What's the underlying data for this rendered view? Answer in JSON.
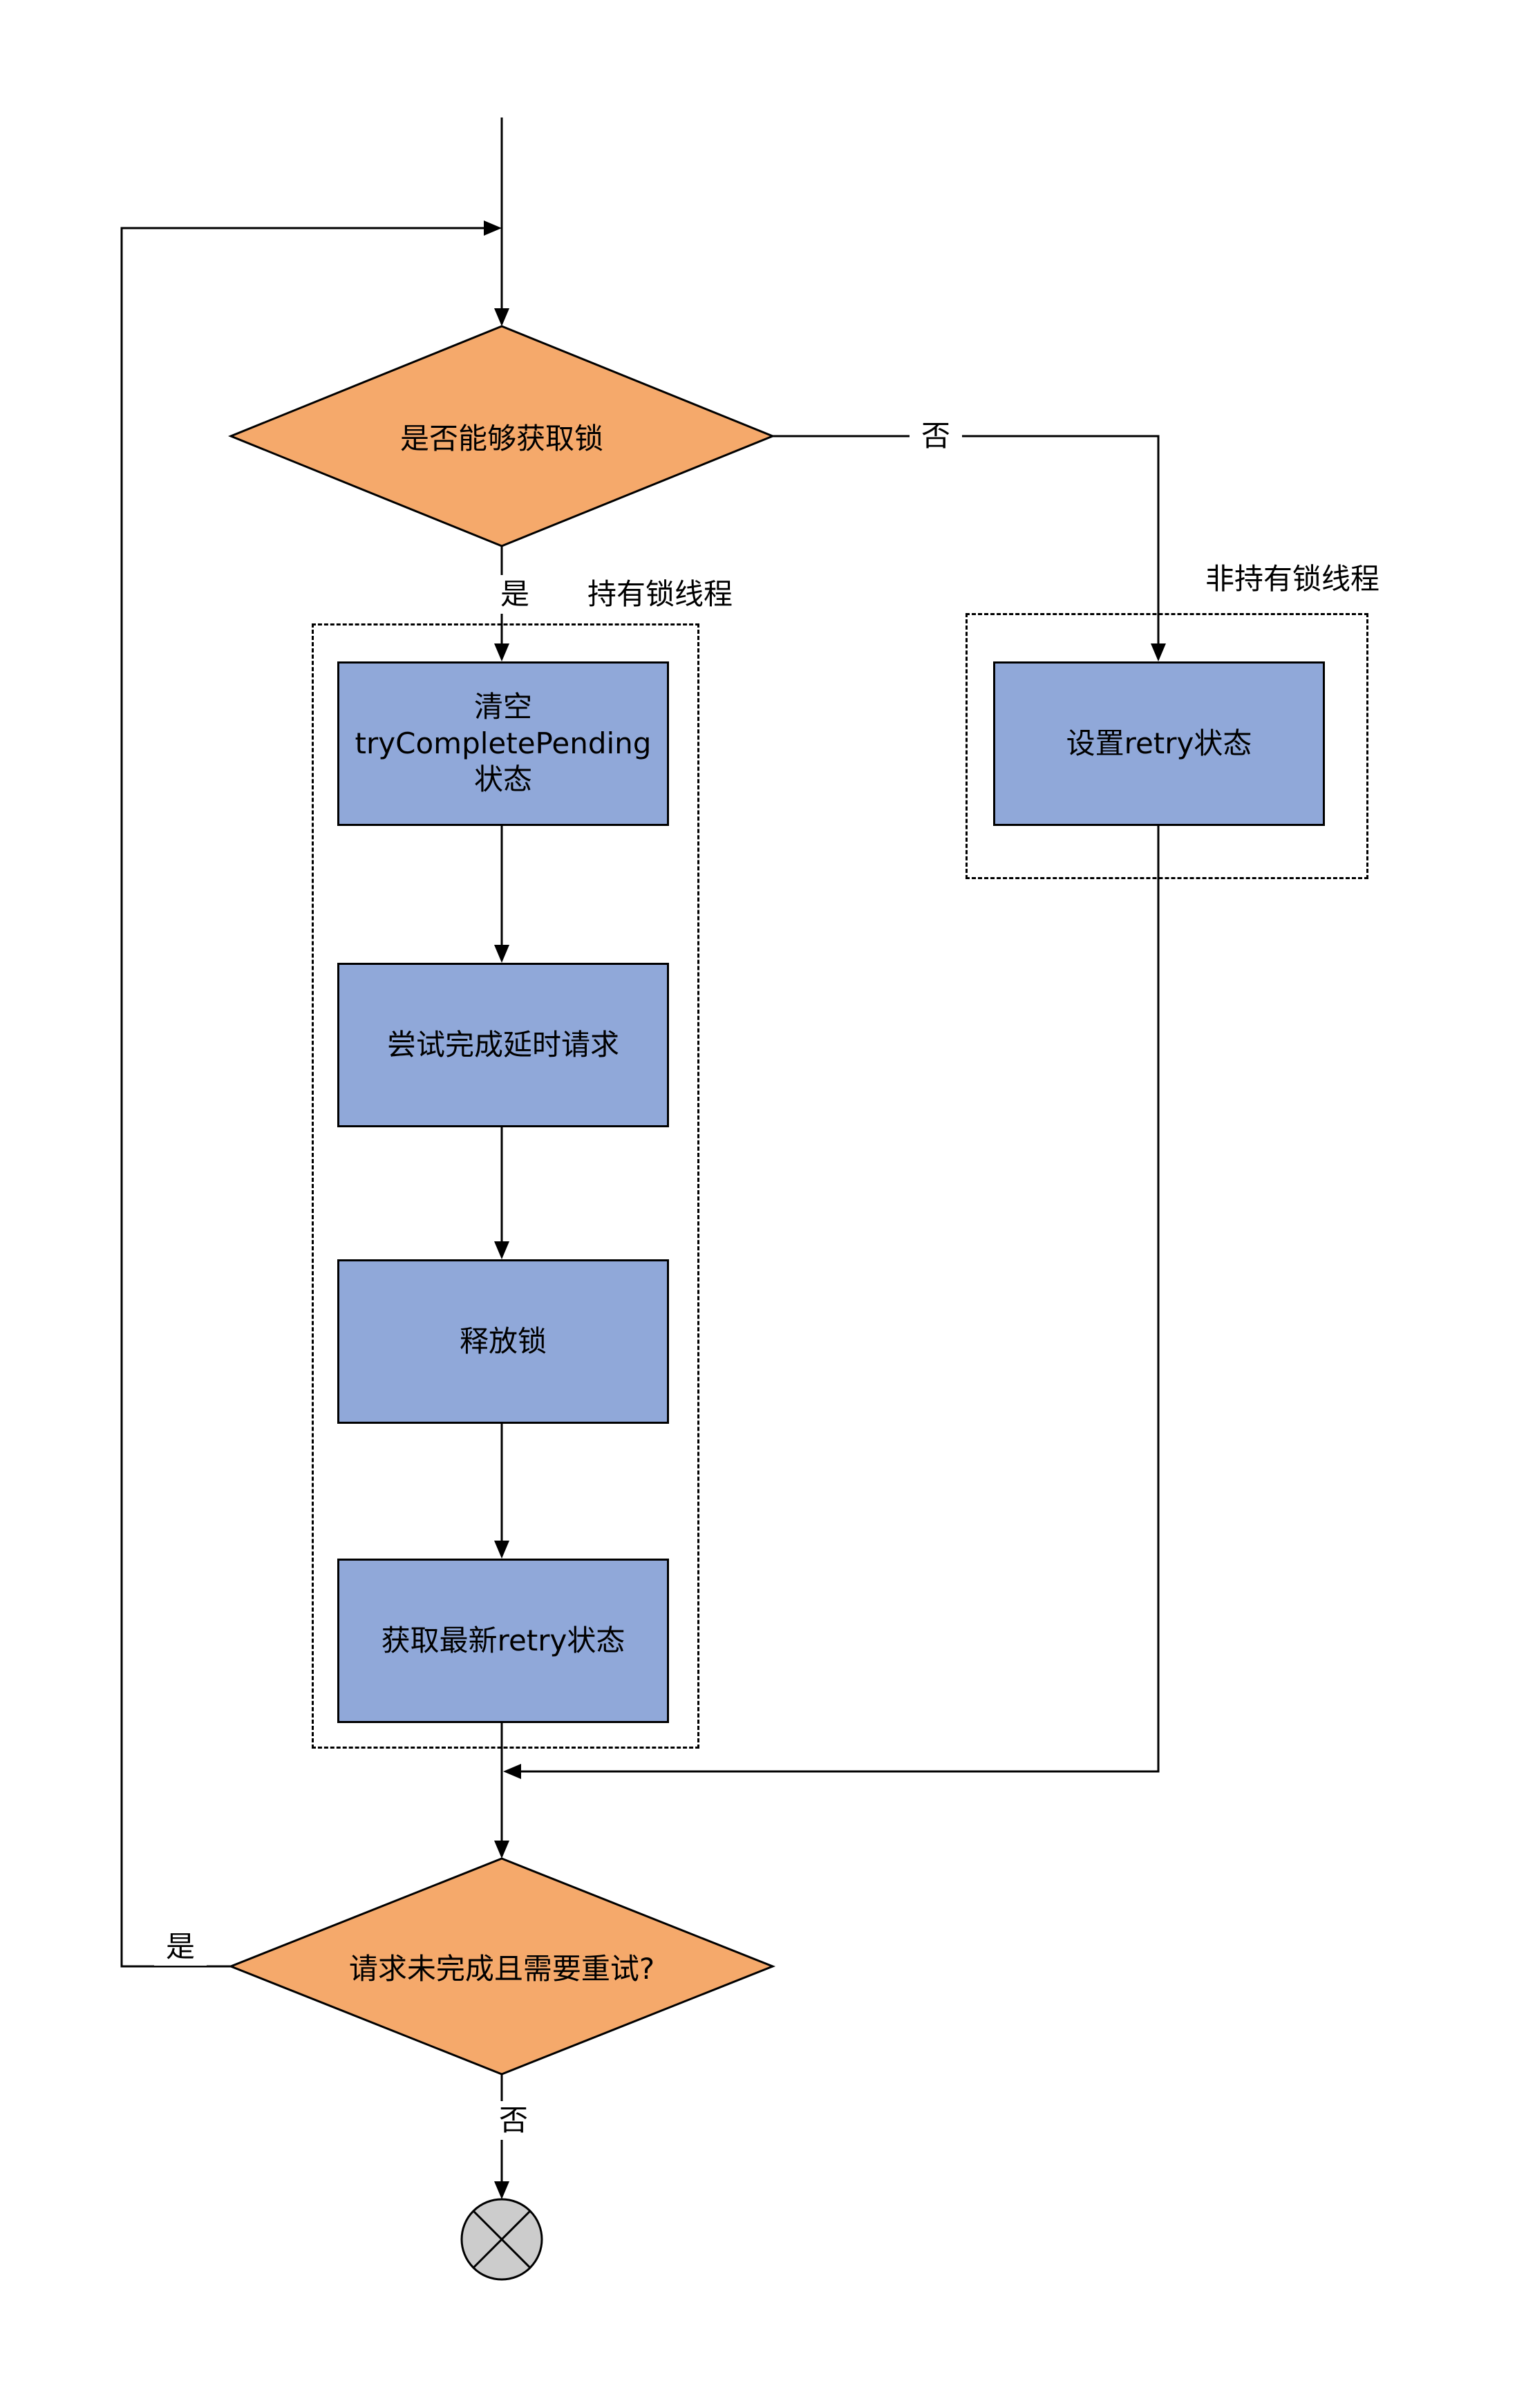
{
  "colors": {
    "decision_fill": "#f5a96b",
    "process_fill": "#90a8d9",
    "terminal_fill": "#cccccc",
    "stroke": "#000000",
    "background": "#ffffff"
  },
  "decisions": {
    "acquire_lock": {
      "label": "是否能够获取锁"
    },
    "need_retry": {
      "label": "请求未完成且需要重试?"
    }
  },
  "groups": {
    "lock_holder": {
      "label": "持有锁线程"
    },
    "non_lock_holder": {
      "label": "非持有锁线程"
    }
  },
  "processes": {
    "clear_pending": {
      "label": "清空\ntryCompletePending\n状态"
    },
    "try_complete": {
      "label": "尝试完成延时请求"
    },
    "release_lock": {
      "label": "释放锁"
    },
    "get_retry": {
      "label": "获取最新retry状态"
    },
    "set_retry": {
      "label": "设置retry状态"
    }
  },
  "edge_labels": {
    "acquire_yes": "是",
    "acquire_no": "否",
    "retry_yes": "是",
    "retry_no": "否"
  }
}
